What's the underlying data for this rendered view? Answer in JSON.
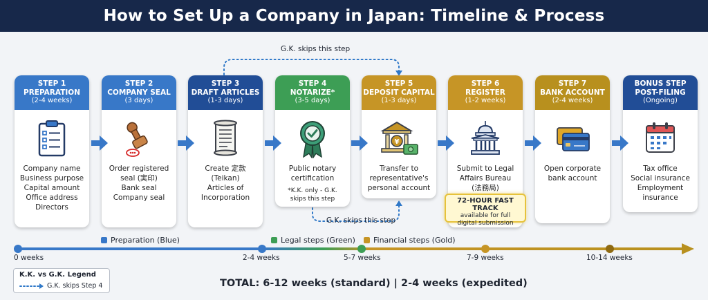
{
  "title": "How to Set Up a Company in Japan: Timeline & Process",
  "steps": [
    {
      "line1": "STEP 1",
      "line2": "PREPARATION",
      "duration": "(2-4 weeks)",
      "body": [
        "Company name",
        "Business purpose",
        "Capital amount",
        "Office address",
        "Directors"
      ],
      "icon": "clipboard-checklist-icon",
      "color": "#3878c8"
    },
    {
      "line1": "STEP 2",
      "line2": "COMPANY SEAL",
      "duration": "(3 days)",
      "body": [
        "Order registered",
        "seal (実印)",
        "Bank seal",
        "Company seal"
      ],
      "icon": "hanko-seal-stamp-icon",
      "color": "#3878c8"
    },
    {
      "line1": "STEP 3",
      "line2": "DRAFT ARTICLES",
      "duration": "(1-3 days)",
      "body": [
        "Create 定款",
        "(Teikan)",
        "Articles of",
        "Incorporation"
      ],
      "icon": "scroll-document-icon",
      "color": "#214d96"
    },
    {
      "line1": "STEP 4",
      "line2": "NOTARIZE*",
      "duration": "(3-5 days)",
      "body": [
        "Public notary",
        "certification"
      ],
      "note": [
        "*K.K. only - G.K.",
        "skips this step"
      ],
      "icon": "certification-badge-icon",
      "color": "#3d9e55"
    },
    {
      "line1": "STEP 5",
      "line2": "DEPOSIT CAPITAL",
      "duration": "(1-3 days)",
      "body": [
        "Transfer to",
        "representative's",
        "personal account"
      ],
      "icon": "bank-yen-icon",
      "color": "#c69526"
    },
    {
      "line1": "STEP 6",
      "line2": "REGISTER",
      "duration": "(1-2 weeks)",
      "body": [
        "Submit to Legal",
        "Affairs Bureau",
        "(法務局)"
      ],
      "icon": "government-building-icon",
      "color": "#c69526"
    },
    {
      "line1": "STEP 7",
      "line2": "BANK ACCOUNT",
      "duration": "(2-4 weeks)",
      "body": [
        "Open corporate",
        "bank account"
      ],
      "icon": "credit-cards-icon",
      "color": "#b8901e"
    },
    {
      "line1": "BONUS STEP",
      "line2": "POST-FILING",
      "duration": "(Ongoing)",
      "body": [
        "Tax office",
        "Social insurance",
        "Employment",
        "insurance"
      ],
      "icon": "calendar-icon",
      "color": "#214d96"
    }
  ],
  "fast_track": {
    "title": "72-HOUR FAST TRACK",
    "line1": "available for full",
    "line2": "digital submission"
  },
  "skip_top": "G.K. skips this step",
  "skip_bottom": "G.K. skips this step",
  "legend": {
    "preparation": "Preparation (Blue)",
    "legal": "Legal steps (Green)",
    "financial": "Financial steps (Gold)",
    "colors": {
      "preparation": "#3878c8",
      "legal": "#3d9e55",
      "financial": "#c69526"
    }
  },
  "timeline_ticks": [
    "0 weeks",
    "2-4 weeks",
    "5-7 weeks",
    "7-9 weeks",
    "10-14 weeks"
  ],
  "kk_legend": {
    "title": "K.K. vs G.K. Legend",
    "item": "G.K. skips Step 4"
  },
  "total": "TOTAL: 6-12 weeks (standard) | 2-4 weeks (expedited)"
}
